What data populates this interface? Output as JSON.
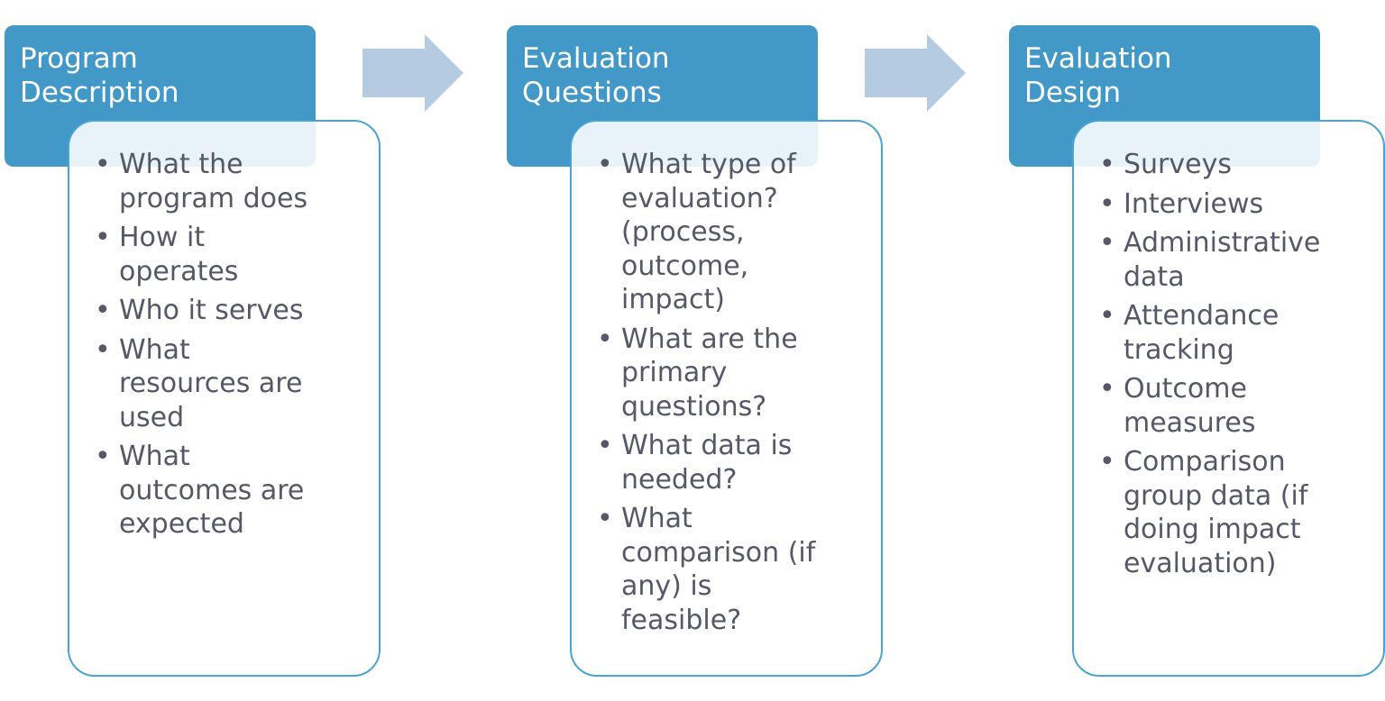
{
  "steps": [
    {
      "title_lines": [
        "Program",
        "Description"
      ],
      "items": [
        "What the\nprogram does",
        "How it\noperates",
        "Who it serves",
        "What\nresources are\nused",
        "What\noutcomes are\nexpected"
      ]
    },
    {
      "title_lines": [
        "Evaluation",
        "Questions"
      ],
      "items": [
        "What type of\nevaluation?\n(process,\noutcome,\nimpact)",
        "What are the\nprimary\nquestions?",
        "What data is\nneeded?",
        "What\ncomparison (if\nany) is\nfeasible?"
      ]
    },
    {
      "title_lines": [
        "Evaluation",
        "Design"
      ],
      "items": [
        "Surveys",
        "Interviews",
        "Administrative\ndata",
        "Attendance\ntracking",
        "Outcome\nmeasures",
        "Comparison\ngroup data (if\ndoing impact\nevaluation)"
      ]
    }
  ],
  "colors": {
    "header_fill": "#4299c8",
    "card_border": "#4aa3d2",
    "arrow_fill": "#b4cbe1",
    "body_text": "#555866"
  }
}
